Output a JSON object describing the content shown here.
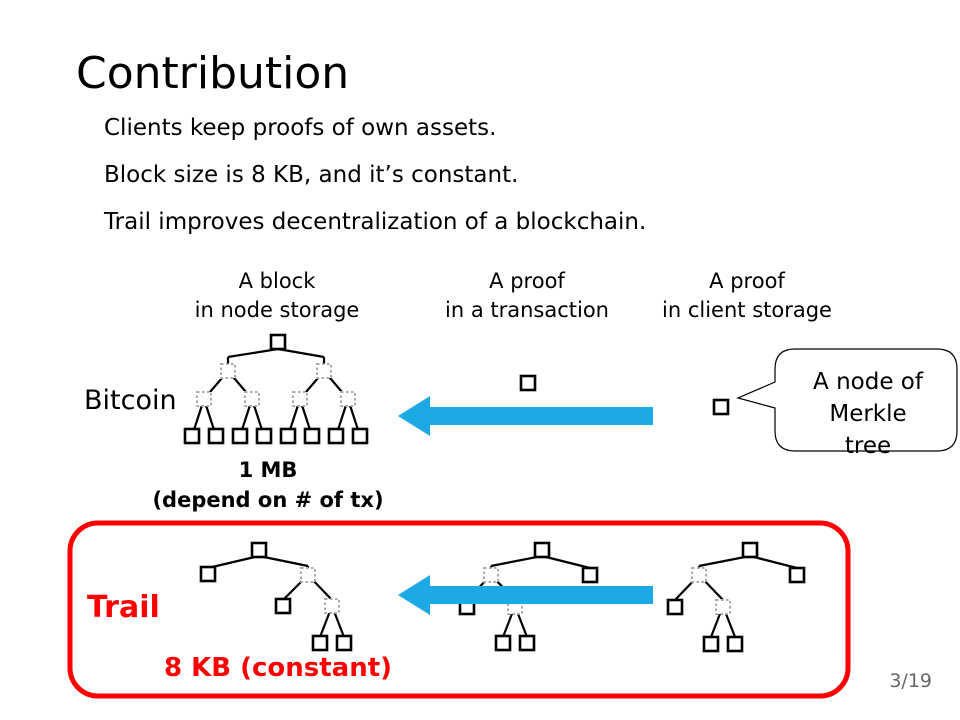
{
  "slide": {
    "title": "Contribution",
    "bullets": [
      "Clients keep proofs of own assets.",
      "Block size is 8 KB, and it’s constant.",
      "Trail improves decentralization of a blockchain."
    ],
    "page": "3/19"
  },
  "columns": [
    "A block\nin node storage",
    "A proof\nin a transaction",
    "A proof\nin client storage"
  ],
  "rows": {
    "bitcoin": {
      "label": "Bitcoin",
      "size": "1 MB\n(depend on # of tx)"
    },
    "trail": {
      "label": "Trail",
      "size": "8 KB (constant)"
    }
  },
  "callout": "A node of\nMerkle tree",
  "colors": {
    "arrow": "#1ca9e6",
    "highlight": "#ff0000",
    "dashed_node": "#aaaaaa"
  }
}
